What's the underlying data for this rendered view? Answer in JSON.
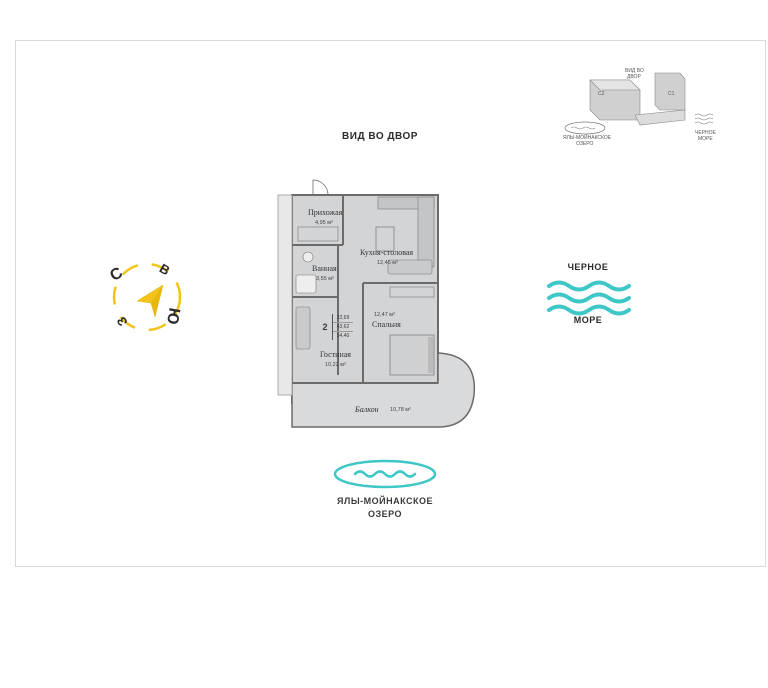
{
  "header": {
    "view_to_yard": "ВИД ВО ДВОР"
  },
  "sea": {
    "line1": "ЧЕРНОЕ",
    "line2": "МОРЕ"
  },
  "lake": {
    "line1": "ЯЛЫ-МОЙНАКСКОЕ",
    "line2": "ОЗЕРО"
  },
  "mini_map": {
    "to_yard_l1": "ВИД ВО",
    "to_yard_l2": "ДВОР",
    "c2": "С2",
    "c1": "С1",
    "sea_l1": "ЧЕРНОЕ",
    "sea_l2": "МОРЕ",
    "lake_l1": "ЯЛЫ-МОЙНАКСКОЕ",
    "lake_l2": "ОЗЕРО"
  },
  "compass": {
    "north": "С",
    "east": "В",
    "south": "Ю",
    "west": "З",
    "icon": "compass-arrow-icon",
    "color": "#f2c31a"
  },
  "rooms": {
    "hall": {
      "name": "Прихожая",
      "area": "4,95 м²"
    },
    "kitchen": {
      "name": "Кухня-столовая",
      "area": "12,45 м²"
    },
    "bath": {
      "name": "Ванная",
      "area": "3,55 м²"
    },
    "bedroom": {
      "name": "Спальня",
      "area": "12,47 м²"
    },
    "living": {
      "name": "Гостиная",
      "area": "10,22 м²"
    },
    "balcony": {
      "name": "Балкон",
      "area": "10,78 м²"
    }
  },
  "flat": {
    "rooms": "2",
    "v1": "22,69",
    "v2": "43,62",
    "v3": "54,40"
  },
  "colors": {
    "water": "#3fc6c6",
    "plan_fill": "#d3d4d6",
    "plan_wall": "#6b6b6b",
    "accent": "#f2c31a"
  }
}
